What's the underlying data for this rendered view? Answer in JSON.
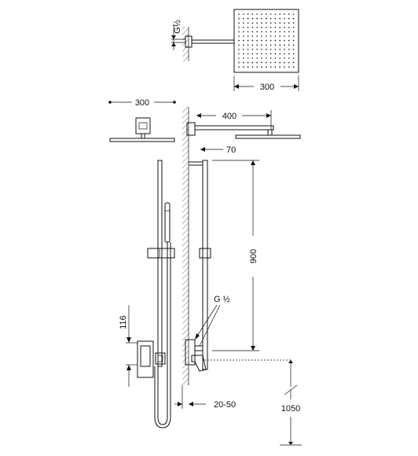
{
  "dimensions": {
    "thread_top": "G½",
    "head_width_top": "300",
    "head_width_front": "300",
    "arm_length": "400",
    "head_offset": "70",
    "bar_height": "900",
    "thread_side": "G ½",
    "mixer_height": "116",
    "wall_depth": "20-50",
    "install_height": "1050"
  },
  "colors": {
    "line": "#111111",
    "background": "#ffffff"
  }
}
